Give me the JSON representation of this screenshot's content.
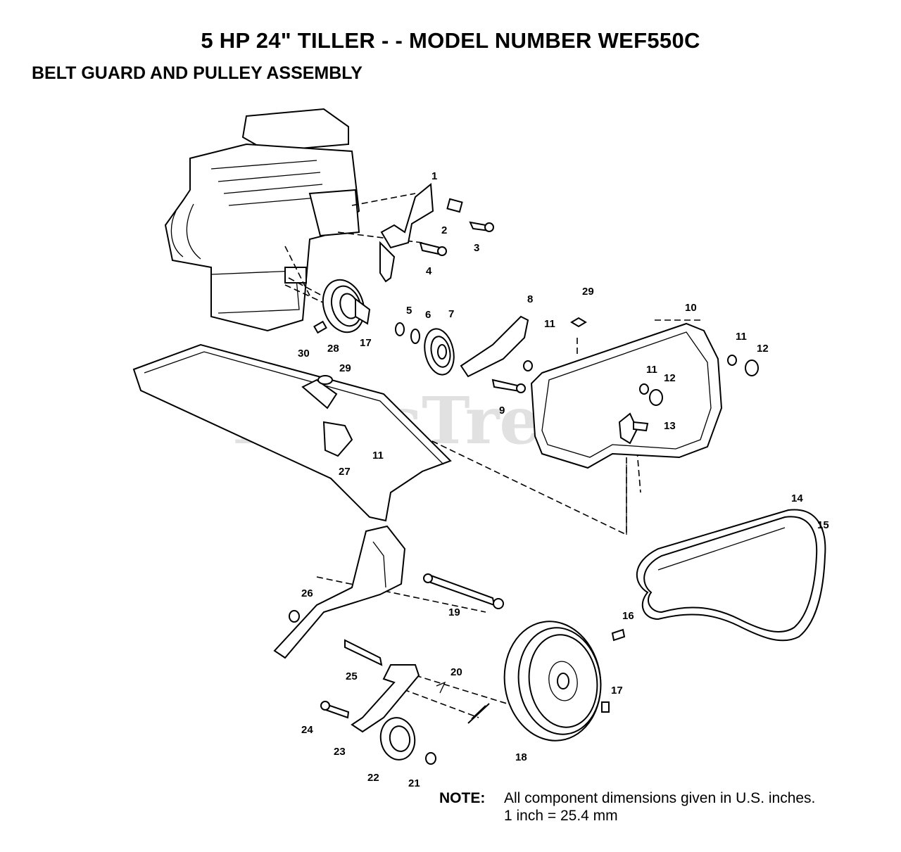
{
  "header": {
    "title": "5 HP 24\" TILLER - - MODEL NUMBER WEF550C",
    "subtitle": "BELT GUARD AND PULLEY ASSEMBLY"
  },
  "watermark": {
    "text": "PartsTree"
  },
  "callouts": {
    "c1": "1",
    "c2": "2",
    "c3": "3",
    "c4": "4",
    "c5": "5",
    "c6": "6",
    "c7": "7",
    "c8": "8",
    "c9": "9",
    "c10": "10",
    "c11a": "11",
    "c11b": "11",
    "c11c": "11",
    "c11d": "11",
    "c12a": "12",
    "c12b": "12",
    "c13": "13",
    "c14": "14",
    "c15": "15",
    "c16": "16",
    "c17a": "17",
    "c17b": "17",
    "c18": "18",
    "c19": "19",
    "c20": "20",
    "c21": "21",
    "c22": "22",
    "c23": "23",
    "c24": "24",
    "c25": "25",
    "c26": "26",
    "c27": "27",
    "c28": "28",
    "c29a": "29",
    "c29b": "29",
    "c30": "30"
  },
  "note": {
    "label": "NOTE:",
    "line1": "All component dimensions given in U.S. inches.",
    "line2": "1 inch = 25.4 mm"
  }
}
